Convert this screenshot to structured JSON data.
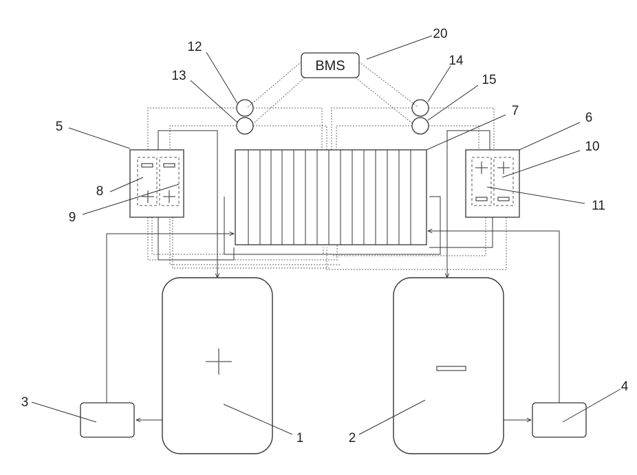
{
  "bms_label": "BMS",
  "symbols": {
    "plus": "+",
    "minus": "−"
  },
  "labels": {
    "tank_positive": "1",
    "tank_negative": "2",
    "pump_left": "3",
    "pump_right": "4",
    "electrode_box_left": "5",
    "electrode_box_right": "6",
    "stack": "7",
    "cell_left_a": "8",
    "cell_left_b": "9",
    "cell_right_a": "10",
    "cell_right_b": "11",
    "sensor_12": "12",
    "sensor_13": "13",
    "sensor_14": "14",
    "sensor_15": "15",
    "bms": "20"
  }
}
